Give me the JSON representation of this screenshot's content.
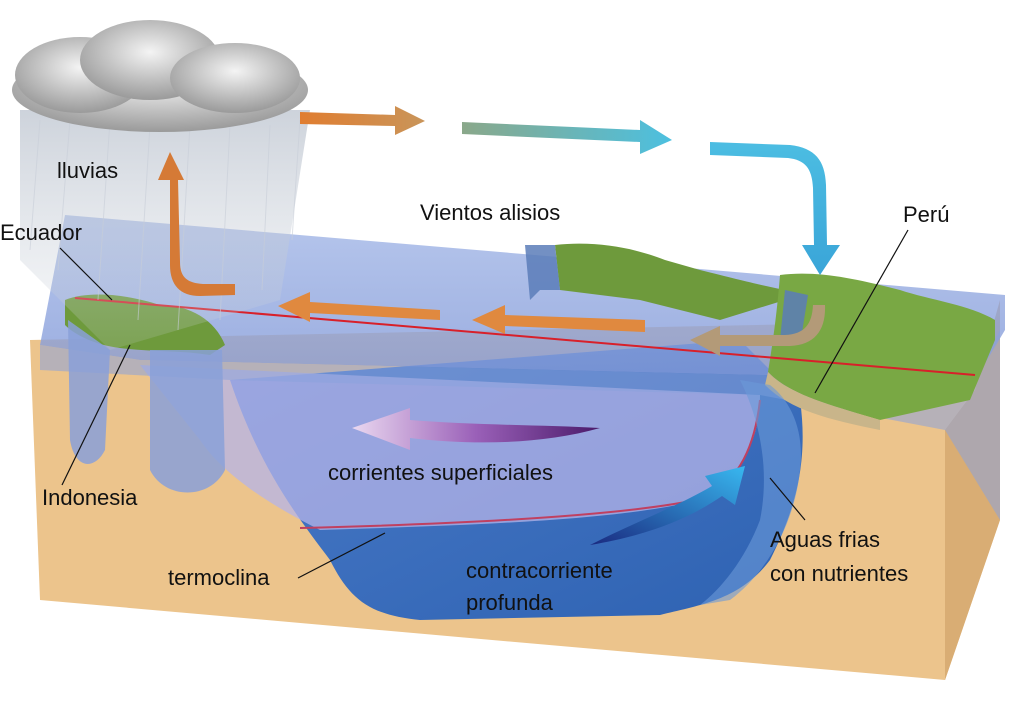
{
  "labels": {
    "lluvias": "lluvias",
    "ecuador": "Ecuador",
    "vientos": "Vientos alisios",
    "peru": "Perú",
    "indonesia": "Indonesia",
    "corrientes": "corrientes superficiales",
    "termoclina": "termoclina",
    "contracorriente_1": "contracorriente",
    "contracorriente_2": "profunda",
    "aguas_1": "Aguas frias",
    "aguas_2": "con nutrientes"
  },
  "colors": {
    "sand": "#ecc48c",
    "water_surface": "#8fa7e0",
    "water_deep": "#3f70c0",
    "land": "#6e9a3c",
    "arrow_warm": "#e0893f",
    "arrow_cool": "#4cb8d8",
    "equator_line": "#d8202a",
    "thermocline": "#c04060"
  }
}
